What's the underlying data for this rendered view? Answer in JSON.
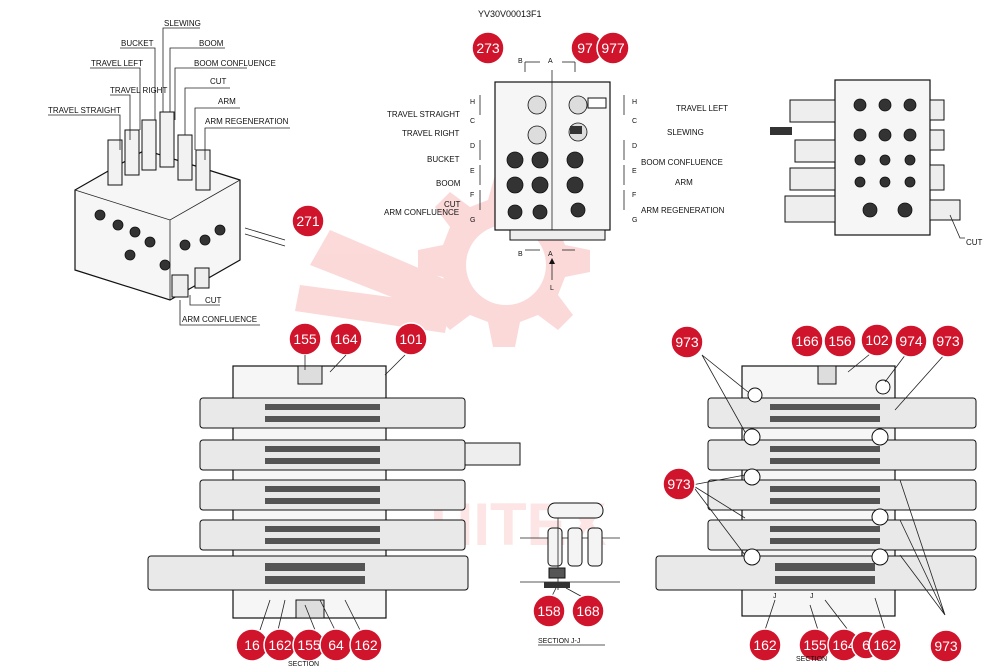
{
  "drawing_code": "YV30V00013F1",
  "watermark": {
    "text": "HITEX",
    "color": "#e8332c"
  },
  "colors": {
    "badge": "#d0142c",
    "line": "#222222"
  },
  "iso_view": {
    "labels": [
      "SLEWING",
      "BUCKET",
      "BOOM",
      "TRAVEL LEFT",
      "BOOM CONFLUENCE",
      "TRAVEL RIGHT",
      "CUT",
      "ARM",
      "TRAVEL STRAIGHT",
      "ARM REGENERATION",
      "CUT",
      "ARM CONFLUENCE"
    ],
    "badge": "271"
  },
  "front_view": {
    "left_labels": [
      "TRAVEL STRAIGHT",
      "TRAVEL RIGHT",
      "BUCKET",
      "BOOM",
      "CUT",
      "ARM CONFLUENCE"
    ],
    "right_labels": [
      "TRAVEL LEFT",
      "SLEWING",
      "BOOM CONFLUENCE",
      "ARM",
      "ARM REGENERATION"
    ],
    "section_letters_left": [
      "H",
      "C",
      "D",
      "E",
      "F",
      "G"
    ],
    "section_letters_right": [
      "H",
      "C",
      "D",
      "E",
      "F",
      "G"
    ],
    "top_marks": [
      "B",
      "A"
    ],
    "bottom_marks": [
      "B",
      "A"
    ],
    "arrow_label": "L",
    "badges": [
      "273",
      "97",
      "977"
    ]
  },
  "side_view": {
    "label": "CUT"
  },
  "section_left": {
    "badges_top": [
      "155",
      "164",
      "101"
    ],
    "badges_bottom": [
      "16",
      "162",
      "155",
      "64",
      "162"
    ],
    "caption": "SECTION"
  },
  "section_jj": {
    "badges": [
      "158",
      "168"
    ],
    "caption": "SECTION  J-J"
  },
  "section_right": {
    "badges_top": [
      "973",
      "166",
      "156",
      "102",
      "974",
      "973"
    ],
    "badges_mid": [
      "973"
    ],
    "badges_bottom": [
      "162",
      "155",
      "164",
      "6",
      "162",
      "973"
    ],
    "j_marks": [
      "J",
      "J"
    ],
    "caption": "SECTION"
  }
}
